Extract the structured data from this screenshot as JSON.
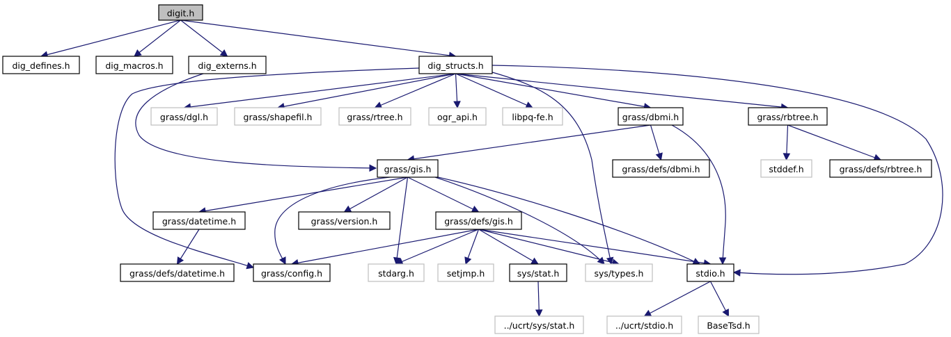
{
  "diagram": {
    "title": "digit.h include dependency graph",
    "colors": {
      "edge": "#191970",
      "root_fill": "#bfbfbf",
      "documented_border": "#000000",
      "external_border": "#bfbfbf"
    },
    "nodes": [
      {
        "id": "digit",
        "label": "digit.h",
        "kind": "root"
      },
      {
        "id": "dig_defines",
        "label": "dig_defines.h",
        "kind": "doc"
      },
      {
        "id": "dig_macros",
        "label": "dig_macros.h",
        "kind": "doc"
      },
      {
        "id": "dig_externs",
        "label": "dig_externs.h",
        "kind": "doc"
      },
      {
        "id": "dig_structs",
        "label": "dig_structs.h",
        "kind": "doc"
      },
      {
        "id": "grass_dgl",
        "label": "grass/dgl.h",
        "kind": "ext"
      },
      {
        "id": "grass_shapefil",
        "label": "grass/shapefil.h",
        "kind": "ext"
      },
      {
        "id": "grass_rtree",
        "label": "grass/rtree.h",
        "kind": "ext"
      },
      {
        "id": "ogr_api",
        "label": "ogr_api.h",
        "kind": "ext"
      },
      {
        "id": "libpq_fe",
        "label": "libpq-fe.h",
        "kind": "ext"
      },
      {
        "id": "grass_dbmi",
        "label": "grass/dbmi.h",
        "kind": "doc"
      },
      {
        "id": "grass_rbtree",
        "label": "grass/rbtree.h",
        "kind": "doc"
      },
      {
        "id": "grass_gis",
        "label": "grass/gis.h",
        "kind": "doc"
      },
      {
        "id": "grass_defs_dbmi",
        "label": "grass/defs/dbmi.h",
        "kind": "doc"
      },
      {
        "id": "stddef",
        "label": "stddef.h",
        "kind": "ext"
      },
      {
        "id": "grass_defs_rbtree",
        "label": "grass/defs/rbtree.h",
        "kind": "doc"
      },
      {
        "id": "grass_datetime",
        "label": "grass/datetime.h",
        "kind": "doc"
      },
      {
        "id": "grass_version",
        "label": "grass/version.h",
        "kind": "doc"
      },
      {
        "id": "grass_defs_gis",
        "label": "grass/defs/gis.h",
        "kind": "doc"
      },
      {
        "id": "grass_defs_datetime",
        "label": "grass/defs/datetime.h",
        "kind": "doc"
      },
      {
        "id": "grass_config",
        "label": "grass/config.h",
        "kind": "doc"
      },
      {
        "id": "stdarg",
        "label": "stdarg.h",
        "kind": "ext"
      },
      {
        "id": "setjmp",
        "label": "setjmp.h",
        "kind": "ext"
      },
      {
        "id": "sys_stat",
        "label": "sys/stat.h",
        "kind": "doc"
      },
      {
        "id": "sys_types",
        "label": "sys/types.h",
        "kind": "ext"
      },
      {
        "id": "stdio",
        "label": "stdio.h",
        "kind": "doc"
      },
      {
        "id": "ucrt_sys_stat",
        "label": "../ucrt/sys/stat.h",
        "kind": "ext"
      },
      {
        "id": "ucrt_stdio",
        "label": "../ucrt/stdio.h",
        "kind": "ext"
      },
      {
        "id": "basetsd",
        "label": "BaseTsd.h",
        "kind": "ext"
      }
    ],
    "edges": [
      [
        "digit",
        "dig_defines"
      ],
      [
        "digit",
        "dig_macros"
      ],
      [
        "digit",
        "dig_externs"
      ],
      [
        "digit",
        "dig_structs"
      ],
      [
        "dig_externs",
        "grass_gis"
      ],
      [
        "dig_structs",
        "grass_dgl"
      ],
      [
        "dig_structs",
        "grass_shapefil"
      ],
      [
        "dig_structs",
        "grass_rtree"
      ],
      [
        "dig_structs",
        "ogr_api"
      ],
      [
        "dig_structs",
        "libpq_fe"
      ],
      [
        "dig_structs",
        "grass_dbmi"
      ],
      [
        "dig_structs",
        "grass_rbtree"
      ],
      [
        "dig_structs",
        "grass_config"
      ],
      [
        "dig_structs",
        "sys_types"
      ],
      [
        "dig_structs",
        "stdio"
      ],
      [
        "grass_dbmi",
        "grass_gis"
      ],
      [
        "grass_dbmi",
        "grass_defs_dbmi"
      ],
      [
        "grass_dbmi",
        "stdio"
      ],
      [
        "grass_rbtree",
        "stddef"
      ],
      [
        "grass_rbtree",
        "grass_defs_rbtree"
      ],
      [
        "grass_gis",
        "grass_datetime"
      ],
      [
        "grass_gis",
        "grass_version"
      ],
      [
        "grass_gis",
        "grass_defs_gis"
      ],
      [
        "grass_gis",
        "grass_config"
      ],
      [
        "grass_gis",
        "stdarg"
      ],
      [
        "grass_gis",
        "sys_types"
      ],
      [
        "grass_gis",
        "stdio"
      ],
      [
        "grass_datetime",
        "grass_defs_datetime"
      ],
      [
        "grass_defs_gis",
        "grass_config"
      ],
      [
        "grass_defs_gis",
        "stdarg"
      ],
      [
        "grass_defs_gis",
        "setjmp"
      ],
      [
        "grass_defs_gis",
        "sys_stat"
      ],
      [
        "grass_defs_gis",
        "sys_types"
      ],
      [
        "grass_defs_gis",
        "stdio"
      ],
      [
        "sys_stat",
        "ucrt_sys_stat"
      ],
      [
        "stdio",
        "ucrt_stdio"
      ],
      [
        "stdio",
        "basetsd"
      ]
    ]
  }
}
